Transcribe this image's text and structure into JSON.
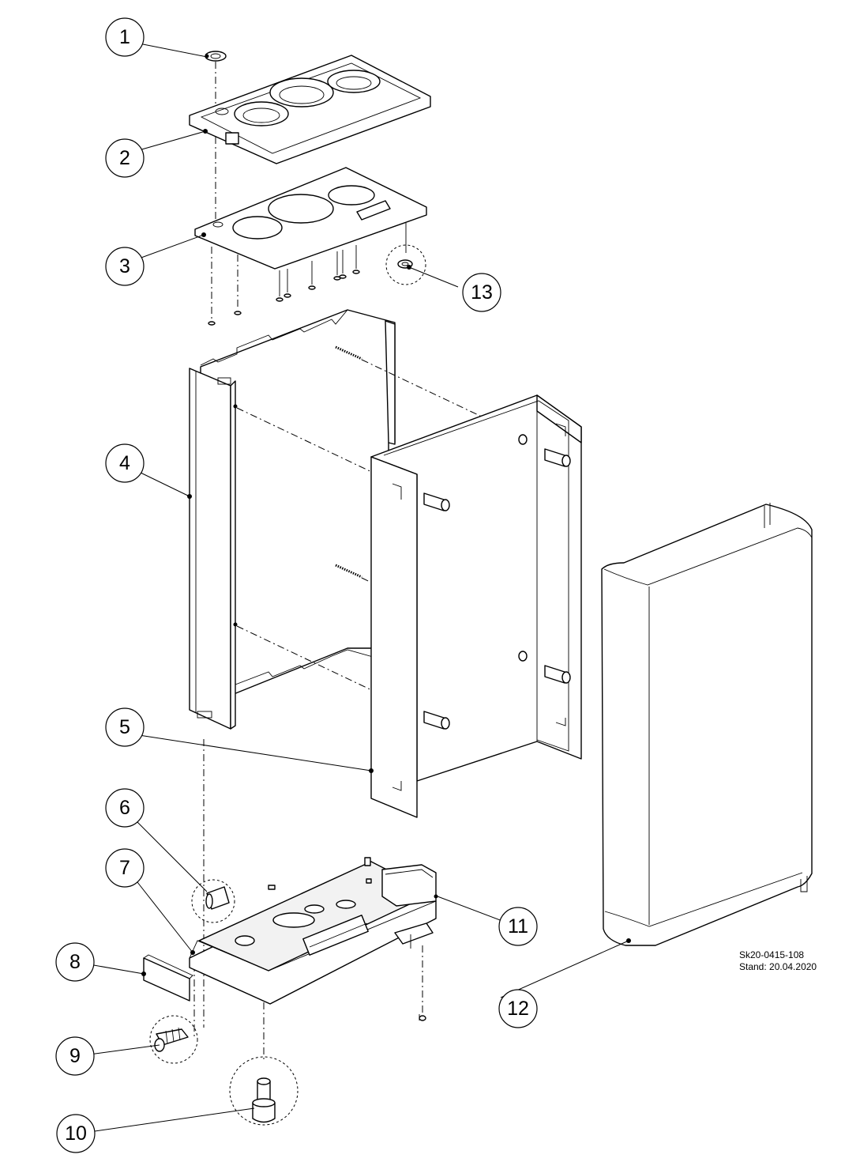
{
  "drawing": {
    "id": "Sk20-0415-108",
    "date": "Stand: 20.04.2020"
  },
  "callouts": [
    {
      "label": "1"
    },
    {
      "label": "2"
    },
    {
      "label": "3"
    },
    {
      "label": "4"
    },
    {
      "label": "5"
    },
    {
      "label": "6"
    },
    {
      "label": "7"
    },
    {
      "label": "8"
    },
    {
      "label": "9"
    },
    {
      "label": "10"
    },
    {
      "label": "11"
    },
    {
      "label": "12"
    },
    {
      "label": "13"
    }
  ]
}
